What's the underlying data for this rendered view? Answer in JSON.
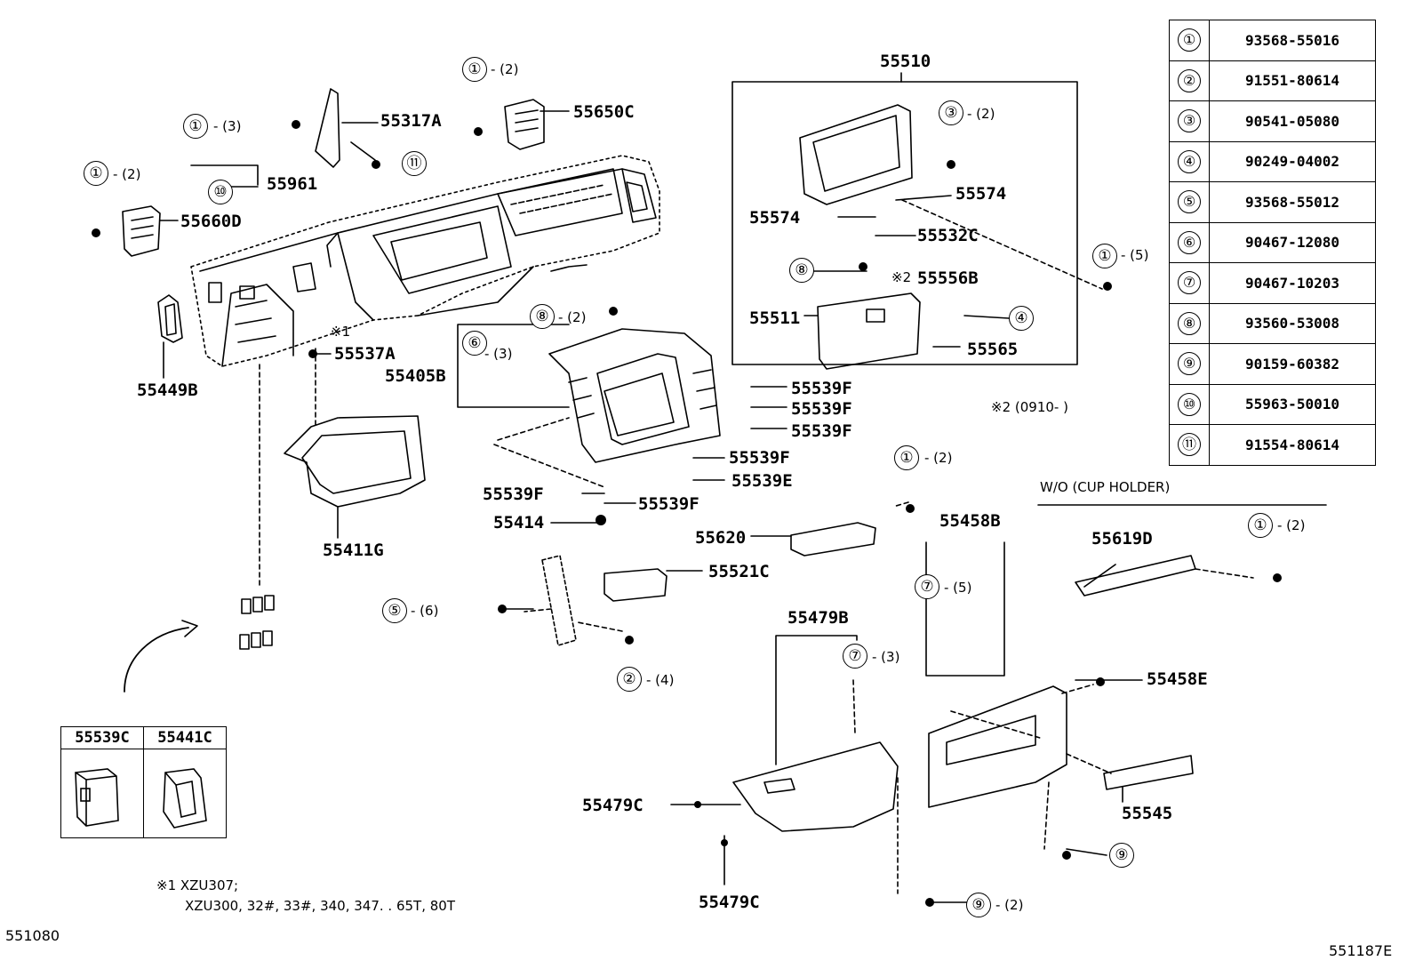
{
  "labels": {
    "p55510": "55510",
    "p55317A": "55317A",
    "p55650C": "55650C",
    "p55961": "55961",
    "p55660D": "55660D",
    "p55574a": "55574",
    "p55574b": "55574",
    "p55532C": "55532C",
    "p55556B": "55556B",
    "p55511": "55511",
    "p55565": "55565",
    "p55537A": "55537A",
    "p55449B": "55449B",
    "p55405B": "55405B",
    "p55539F_1": "55539F",
    "p55539F_2": "55539F",
    "p55539F_3": "55539F",
    "p55539F_4": "55539F",
    "p55539E": "55539E",
    "p55539F_5": "55539F",
    "p55539F_6": "55539F",
    "p55414": "55414",
    "p55411G": "55411G",
    "p55620": "55620",
    "p55458B": "55458B",
    "p55619D": "55619D",
    "p55521C": "55521C",
    "p55479B": "55479B",
    "p55458E": "55458E",
    "p55479C_a": "55479C",
    "p55479C_b": "55479C",
    "p55545": "55545"
  },
  "callouts": [
    {
      "num": "①",
      "qty": "- (2)"
    },
    {
      "num": "①",
      "qty": "- (3)"
    },
    {
      "num": "⑪",
      "qty": ""
    },
    {
      "num": "①",
      "qty": "- (2)"
    },
    {
      "num": "⑩",
      "qty": ""
    },
    {
      "num": "③",
      "qty": "- (2)"
    },
    {
      "num": "⑧",
      "qty": ""
    },
    {
      "num": "④",
      "qty": ""
    },
    {
      "num": "①",
      "qty": "- (5)"
    },
    {
      "num": "⑧",
      "qty": "- (2)"
    },
    {
      "num": "⑥",
      "qty": "- (3)"
    },
    {
      "num": "①",
      "qty": "- (2)"
    },
    {
      "num": "⑤",
      "qty": "- (6)"
    },
    {
      "num": "②",
      "qty": "- (4)"
    },
    {
      "num": "⑦",
      "qty": "- (5)"
    },
    {
      "num": "⑦",
      "qty": "- (3)"
    },
    {
      "num": "①",
      "qty": "- (2)"
    },
    {
      "num": "⑨",
      "qty": ""
    },
    {
      "num": "⑨",
      "qty": "- (2)"
    }
  ],
  "notes": {
    "mark1": "※1",
    "mark2": "※2",
    "note2": "※2 (0910-       )",
    "wo_cup": "W/O (CUP HOLDER)",
    "footnote1_line1": "※1 XZU307;",
    "footnote1_line2": "XZU300, 32#, 33#, 340, 347. . 65T, 80T",
    "fig_left": "551080",
    "fig_right": "551187E"
  },
  "inset": {
    "headers": [
      "55539C",
      "55441C"
    ]
  },
  "ref_table": [
    {
      "num": "①",
      "part": "93568-55016"
    },
    {
      "num": "②",
      "part": "91551-80614"
    },
    {
      "num": "③",
      "part": "90541-05080"
    },
    {
      "num": "④",
      "part": "90249-04002"
    },
    {
      "num": "⑤",
      "part": "93568-55012"
    },
    {
      "num": "⑥",
      "part": "90467-12080"
    },
    {
      "num": "⑦",
      "part": "90467-10203"
    },
    {
      "num": "⑧",
      "part": "93560-53008"
    },
    {
      "num": "⑨",
      "part": "90159-60382"
    },
    {
      "num": "⑩",
      "part": "55963-50010"
    },
    {
      "num": "⑪",
      "part": "91554-80614"
    }
  ]
}
